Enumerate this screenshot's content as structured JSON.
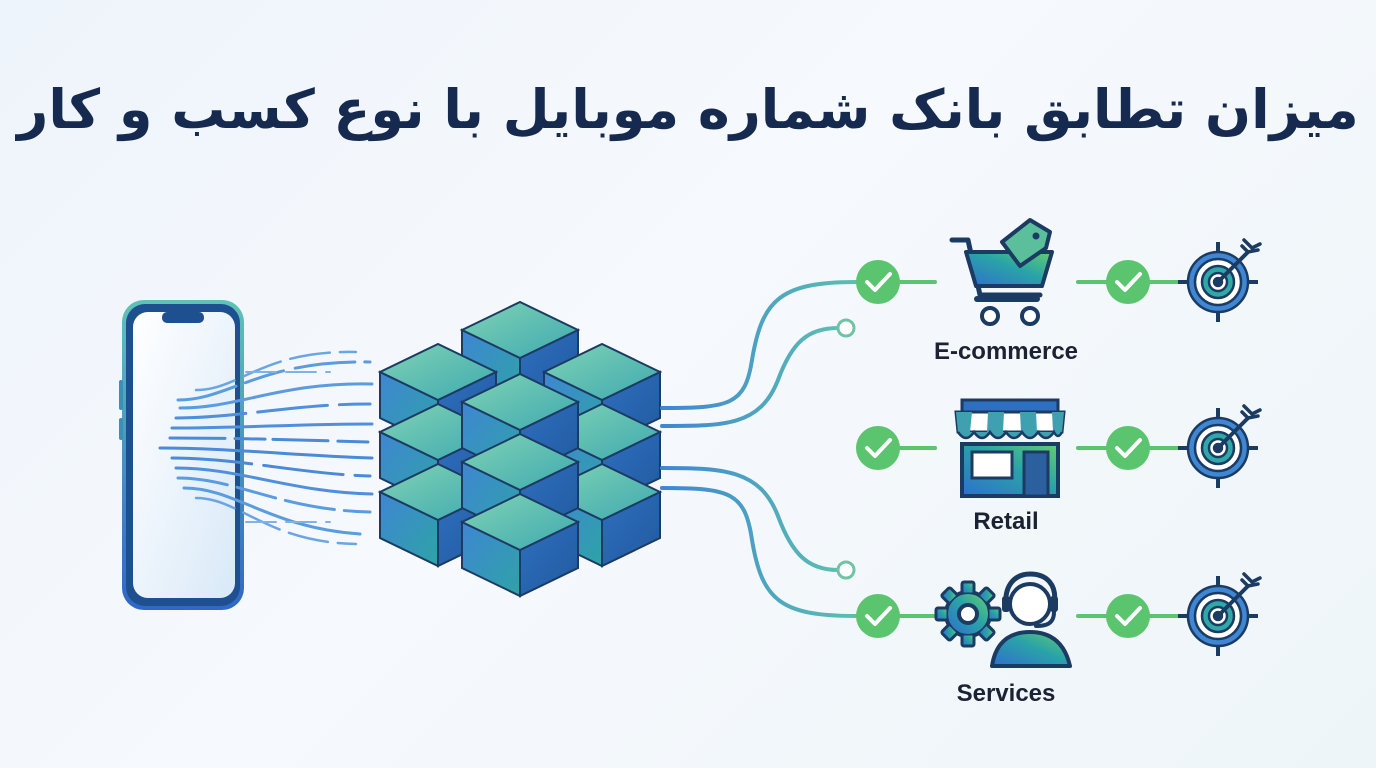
{
  "title": "میزان تطابق بانک شماره موبایل با نوع کسب و کار",
  "categories": [
    {
      "label": "E-commerce",
      "icon": "shopping-cart-tag-icon"
    },
    {
      "label": "Retail",
      "icon": "storefront-icon"
    },
    {
      "label": "Services",
      "icon": "gear-headset-agent-icon"
    }
  ],
  "icons": {
    "source": "smartphone-icon",
    "hub": "cube-cluster-icon",
    "match": "check-circle-icon",
    "goal": "target-arrow-icon"
  },
  "colors": {
    "title": "#152a4e",
    "blue": "#3f7fcf",
    "teal": "#2fa8a8",
    "green": "#5bc46f",
    "dark": "#1c3b63"
  }
}
